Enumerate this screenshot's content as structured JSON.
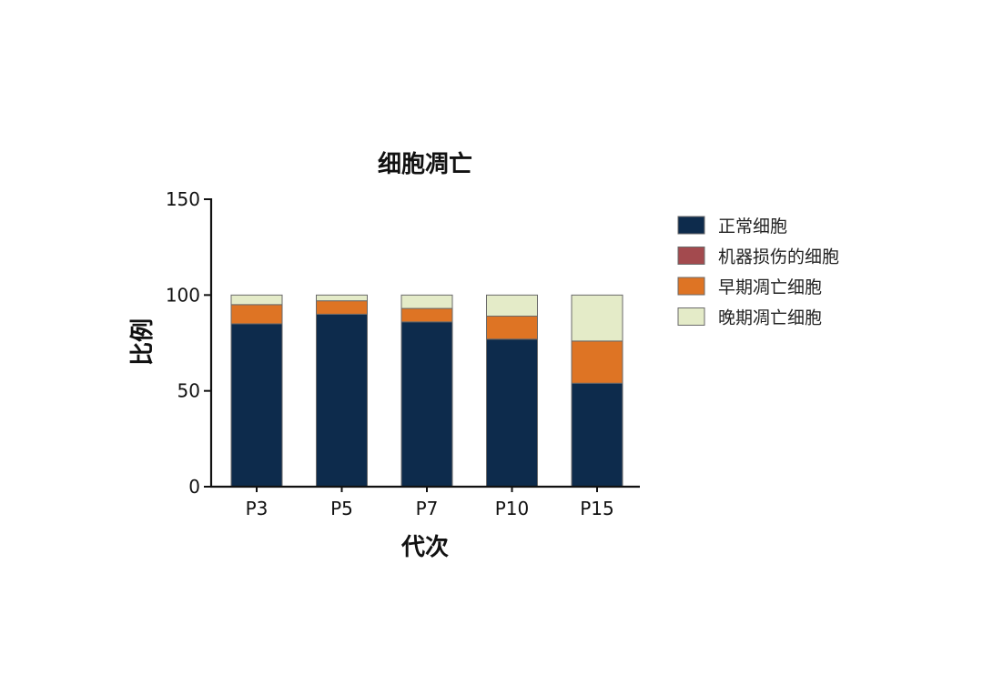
{
  "chart_data": {
    "type": "bar",
    "stacked": true,
    "title": "细胞凋亡",
    "xlabel": "代次",
    "ylabel": "比例",
    "categories": [
      "P3",
      "P5",
      "P7",
      "P10",
      "P15"
    ],
    "ylim": [
      0,
      150
    ],
    "yticks": [
      0,
      50,
      100,
      150
    ],
    "grid": false,
    "legend_position": "right",
    "series": [
      {
        "name": "正常细胞",
        "color": "#0d2b4c",
        "values": [
          85,
          90,
          86,
          77,
          54
        ]
      },
      {
        "name": "机器损伤的细胞",
        "color": "#a34a4e",
        "values": [
          0,
          0,
          0,
          0,
          0
        ]
      },
      {
        "name": "早期凋亡细胞",
        "color": "#de7424",
        "values": [
          10,
          7,
          7,
          12,
          22
        ]
      },
      {
        "name": "晚期凋亡细胞",
        "color": "#e4ebc8",
        "values": [
          5,
          3,
          7,
          11,
          24
        ]
      }
    ]
  }
}
